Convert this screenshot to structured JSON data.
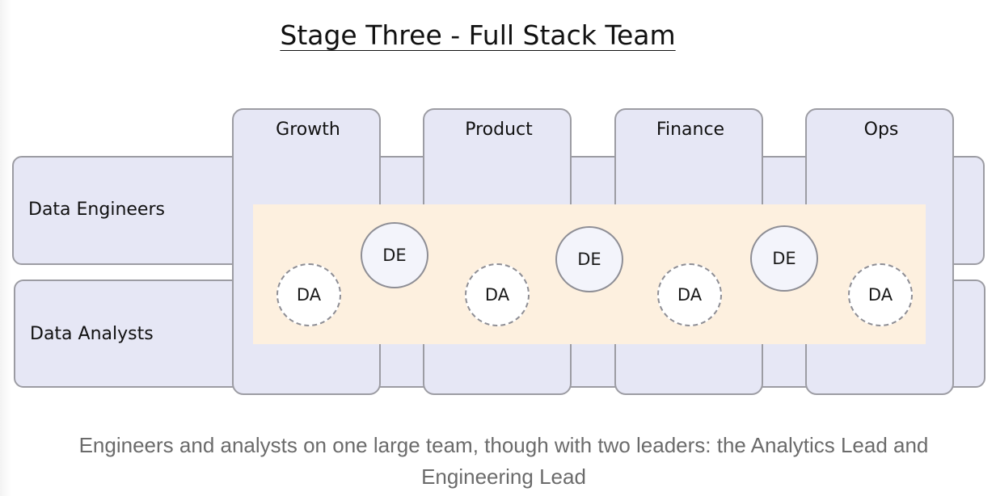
{
  "title": "Stage Three - Full Stack Team",
  "rows": {
    "data_engineers": "Data Engineers",
    "data_analysts": "Data Analysts"
  },
  "columns": [
    "Growth",
    "Product",
    "Finance",
    "Ops"
  ],
  "members": {
    "de": [
      "DE",
      "DE",
      "DE"
    ],
    "da": [
      "DA",
      "DA",
      "DA",
      "DA"
    ]
  },
  "caption": "Engineers and analysts on one large team, though with two leaders: the Analytics Lead and Engineering Lead"
}
